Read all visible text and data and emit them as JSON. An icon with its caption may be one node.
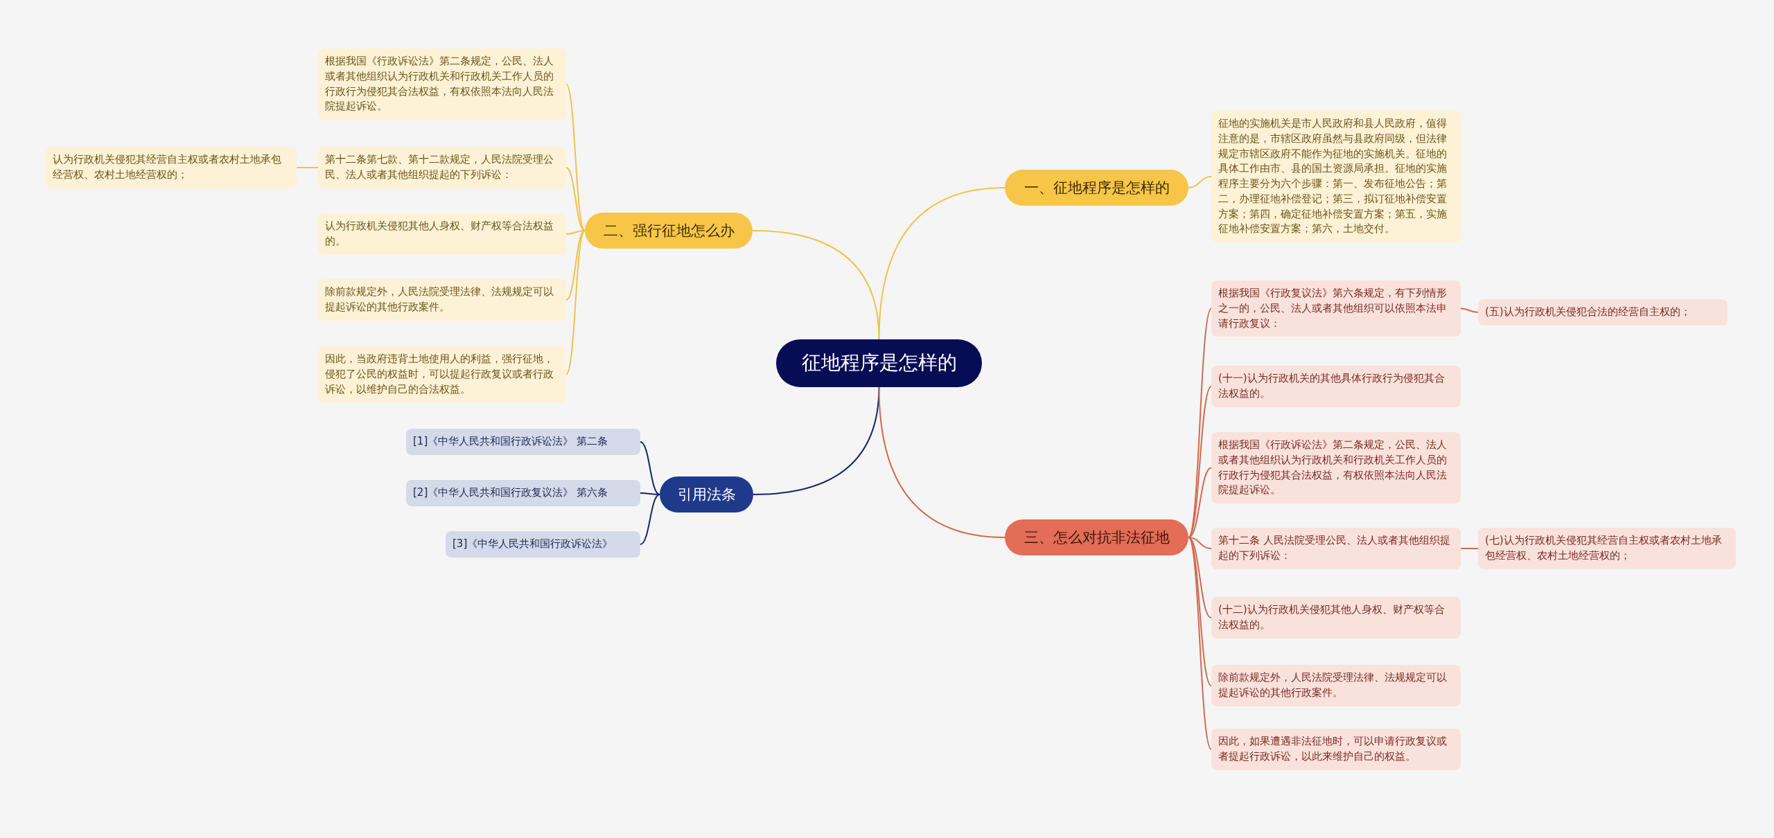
{
  "diagram": {
    "nodes": [
      {
        "text": [
          "征地程序是怎样的"
        ]
      },
      {
        "text": [
          "一、征地程序是怎样的"
        ]
      },
      {
        "text": [
          "征地的实施机关是市人民政府和县人民政府，值得注意的是，市辖区政府虽然与县政府同级，但法律规定市辖区政府不能作为征地的实施机关。征地的具体工作由市、县的国土资源局承担。征地的实施程序主要分为六个步骤：第一、发布征地公告；第二，办理征地补偿登记；第三，拟订征地补偿安置方案；第四，确定征地补偿安置方案；第五，实施征地补偿安置方案；第六，土地交付。"
        ]
      },
      {
        "text": [
          "二、强行征地怎么办"
        ]
      },
      {
        "text": [
          "根据我国《行政诉讼法》第二条规定，公民、法人或者其他组织认为行政机关和行政机关工作人员的行政行为侵犯其合法权益，有权依照本法向人民法院提起诉讼。"
        ]
      },
      {
        "text": [
          "第十二条第七款、第十二款规定，人民法院受理公民、法人或者其他组织提起的下列诉讼："
        ]
      },
      {
        "text": [
          "认为行政机关侵犯其经营自主权或者农村土地承包经营权、农村土地经营权的；"
        ]
      },
      {
        "text": [
          "认为行政机关侵犯其他人身权、财产权等合法权益的。"
        ]
      },
      {
        "text": [
          "除前款规定外，人民法院受理法律、法规规定可以提起诉讼的其他行政案件。"
        ]
      },
      {
        "text": [
          "因此，当政府违背土地使用人的利益，强行征地，侵犯了公民的权益时，可以提起行政复议或者行政诉讼，以维护自己的合法权益。"
        ]
      },
      {
        "text": [
          "引用法条"
        ]
      },
      {
        "text": [
          "[1]《中华人民共和国行政诉讼法》 第二条"
        ]
      },
      {
        "text": [
          "[2]《中华人民共和国行政复议法》 第六条"
        ]
      },
      {
        "text": [
          "[3]《中华人民共和国行政诉讼法》"
        ]
      },
      {
        "text": [
          "三、怎么对抗非法征地"
        ]
      },
      {
        "text": [
          "根据我国《行政复议法》第六条规定，有下列情形之一的，公民、法人或者其他组织可以依照本法申请行政复议："
        ]
      },
      {
        "text": [
          "(五)认为行政机关侵犯合法的经营自主权的；"
        ]
      },
      {
        "text": [
          "(十一)认为行政机关的其他具体行政行为侵犯其合法权益的。"
        ]
      },
      {
        "text": [
          "根据我国《行政诉讼法》第二条规定，公民、法人或者其他组织认为行政机关和行政机关工作人员的行政行为侵犯其合法权益，有权依照本法向人民法院提起诉讼。"
        ]
      },
      {
        "text": [
          "第十二条 人民法院受理公民、法人或者其他组织提起的下列诉讼："
        ]
      },
      {
        "text": [
          "(七)认为行政机关侵犯其经营自主权或者农村土地承包经营权、农村土地经营权的；"
        ]
      },
      {
        "text": [
          "(十二)认为行政机关侵犯其他人身权、财产权等合法权益的。"
        ]
      },
      {
        "text": [
          "除前款规定外，人民法院受理法律、法规规定可以提起诉讼的其他行政案件。"
        ]
      },
      {
        "text": [
          "因此，如果遭遇非法征地时，可以申请行政复议或者提起行政诉讼，以此来维护自己的权益。"
        ]
      }
    ],
    "edges": [
      {
        "from": 0,
        "to": 1,
        "arrow": "none",
        "color": "#f2c14a"
      },
      {
        "from": 1,
        "to": 2,
        "arrow": "none",
        "color": "#f2c14a"
      },
      {
        "from": 0,
        "to": 3,
        "arrow": "none",
        "color": "#f2c14a"
      },
      {
        "from": 3,
        "to": 4,
        "arrow": "none",
        "color": "#f2c14a"
      },
      {
        "from": 3,
        "to": 5,
        "arrow": "none",
        "color": "#f2c14a"
      },
      {
        "from": 5,
        "to": 6,
        "arrow": "none",
        "color": "#f2c14a"
      },
      {
        "from": 3,
        "to": 7,
        "arrow": "none",
        "color": "#f2c14a"
      },
      {
        "from": 3,
        "to": 8,
        "arrow": "none",
        "color": "#f2c14a"
      },
      {
        "from": 3,
        "to": 9,
        "arrow": "none",
        "color": "#f2c14a"
      },
      {
        "from": 0,
        "to": 10,
        "arrow": "none",
        "color": "#14286a"
      },
      {
        "from": 10,
        "to": 11,
        "arrow": "none",
        "color": "#14286a"
      },
      {
        "from": 10,
        "to": 12,
        "arrow": "none",
        "color": "#14286a"
      },
      {
        "from": 10,
        "to": 13,
        "arrow": "none",
        "color": "#14286a"
      },
      {
        "from": 0,
        "to": 14,
        "arrow": "none"
      },
      {
        "from": 14,
        "to": 15,
        "arrow": "none"
      },
      {
        "from": 15,
        "to": 16,
        "arrow": "none"
      },
      {
        "from": 14,
        "to": 17,
        "arrow": "none"
      },
      {
        "from": 14,
        "to": 18,
        "arrow": "none"
      },
      {
        "from": 14,
        "to": 19,
        "arrow": "none"
      },
      {
        "from": 19,
        "to": 20,
        "arrow": "none"
      },
      {
        "from": 14,
        "to": 21,
        "arrow": "none"
      },
      {
        "from": 14,
        "to": 22,
        "arrow": "none"
      },
      {
        "from": 14,
        "to": 23,
        "arrow": "none"
      }
    ]
  }
}
